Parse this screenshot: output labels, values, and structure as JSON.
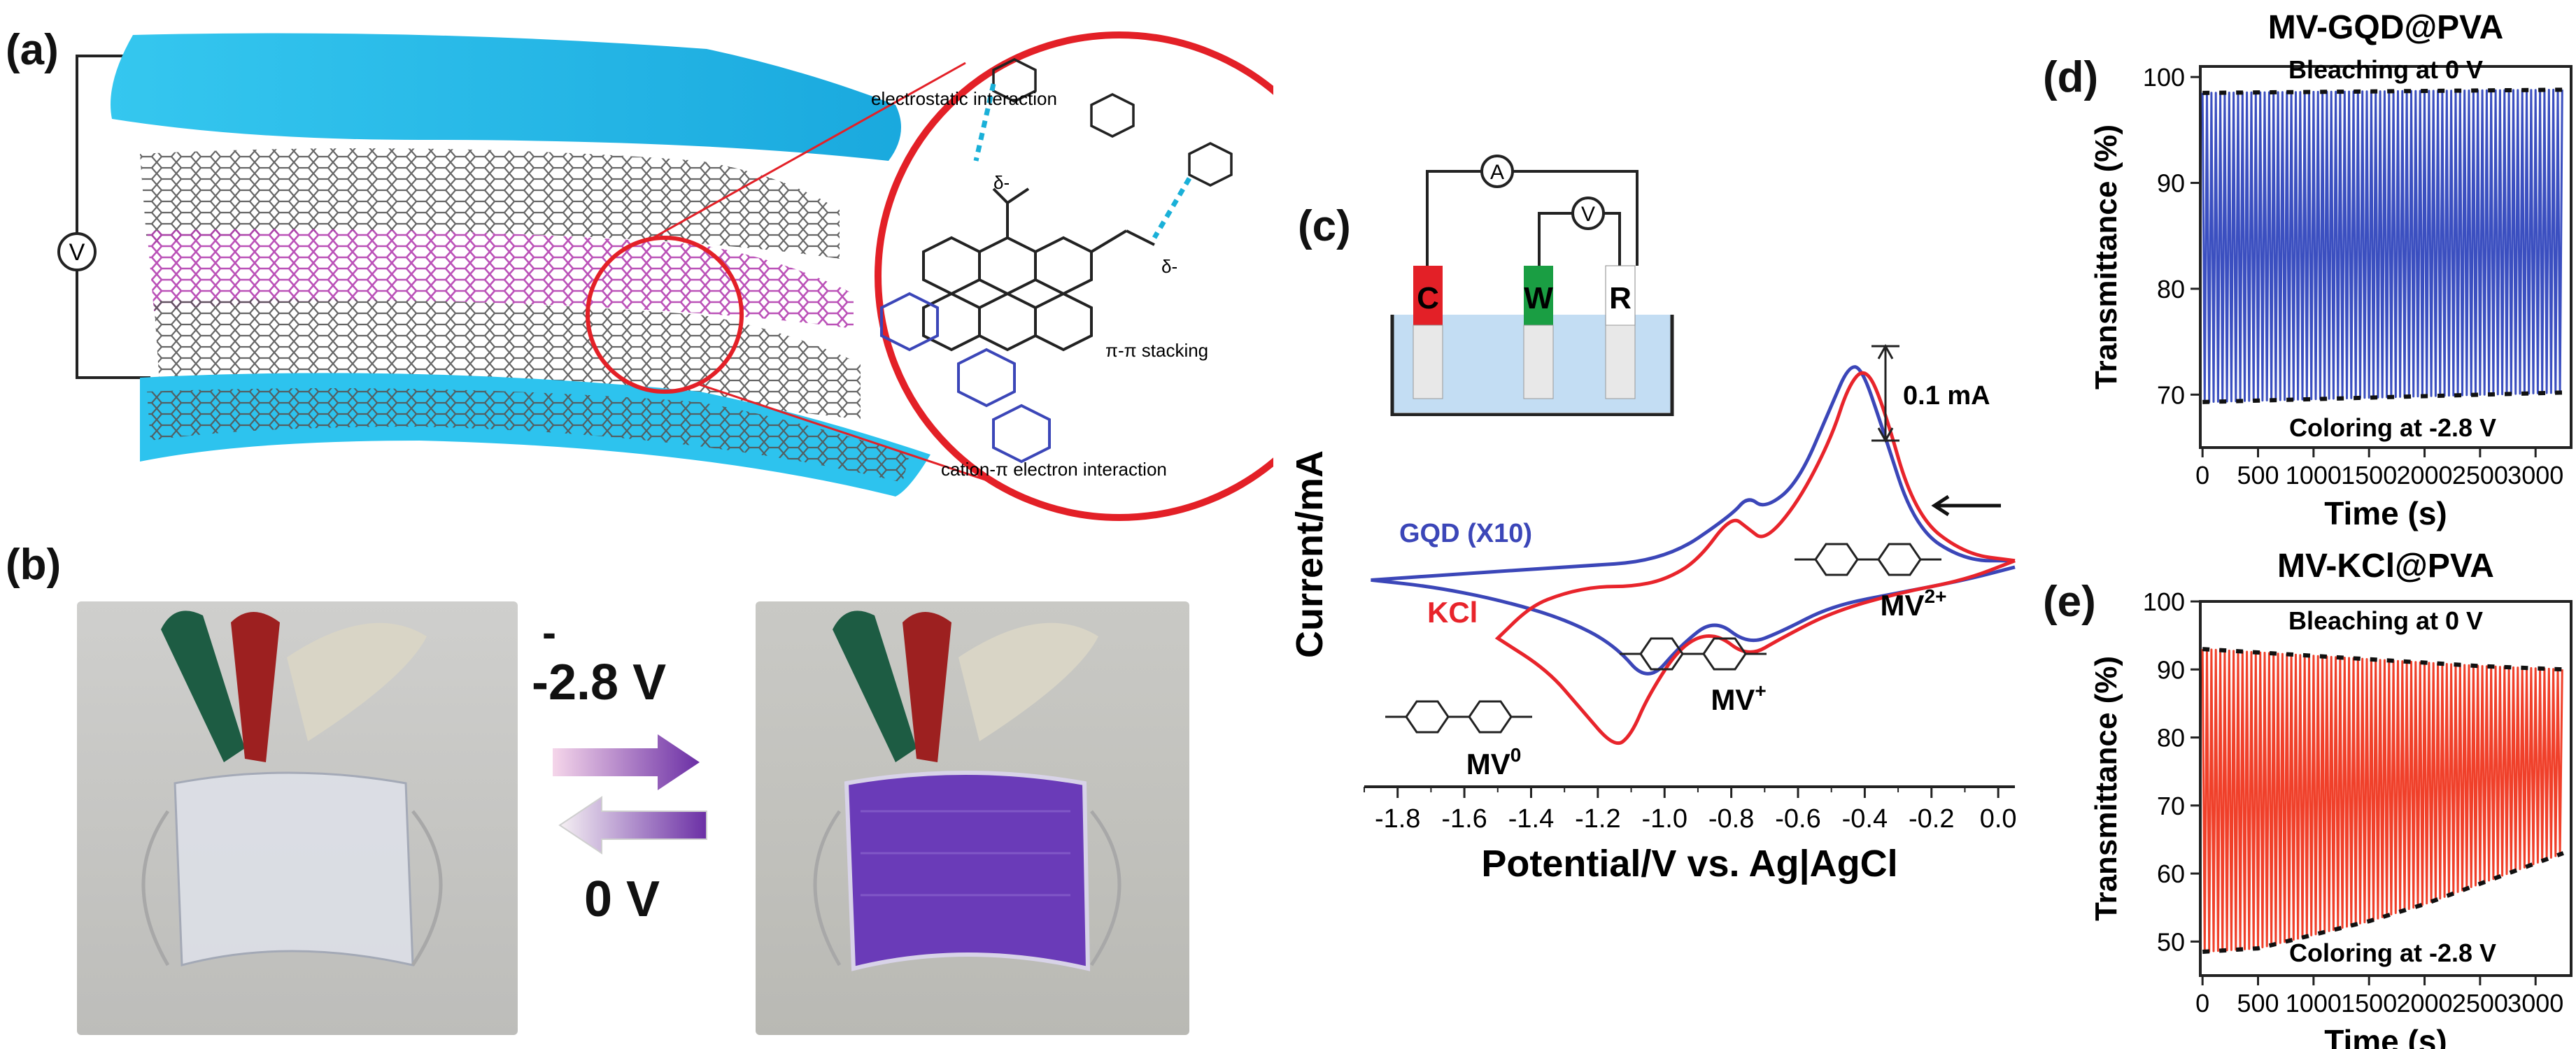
{
  "panels": {
    "a": "(a)",
    "b": "(b)",
    "c": "(c)",
    "d": "(d)",
    "e": "(e)"
  },
  "panel_a": {
    "voltmeter": "V",
    "annotations": [
      "electrostatic interaction",
      "π-π stacking",
      "cation-π electron interaction"
    ],
    "charges": [
      "δ-",
      "δ-"
    ]
  },
  "panel_b": {
    "voltage_forward": "-2.8 V",
    "voltage_reverse": "0 V",
    "minus_sign": "-"
  },
  "panel_c_cell": {
    "electrodes": [
      "C",
      "W",
      "R"
    ],
    "ammeter": "A",
    "voltmeter": "V"
  },
  "colors": {
    "gqd": "#3b46b8",
    "kcl": "#e8242b",
    "blue_film": "#22b8e6",
    "purple": "#7b2fbf",
    "series_d": "#3b4fc0",
    "series_e": "#f0402a"
  },
  "chart_data": [
    {
      "type": "line",
      "panel": "c",
      "xlabel": "Potential/V vs. Ag|AgCl",
      "ylabel": "Current/mA",
      "xlim": [
        -1.9,
        0.05
      ],
      "xticks": [
        "-1.8",
        "-1.6",
        "-1.4",
        "-1.2",
        "-1.0",
        "-0.8",
        "-0.6",
        "-0.4",
        "-0.2",
        "0.0"
      ],
      "scale_bar": "0.1 mA",
      "annotations": [
        "MV0",
        "MV+",
        "MV2+"
      ],
      "series": [
        {
          "name": "GQD (X10)",
          "forward": {
            "x": [
              0.05,
              -0.1,
              -0.3,
              -0.5,
              -0.65,
              -0.75,
              -0.85,
              -0.95,
              -1.05,
              -1.15,
              -1.3,
              -1.5,
              -1.7,
              -1.88
            ],
            "y": [
              0.02,
              0.0,
              -0.02,
              -0.04,
              -0.08,
              -0.1,
              -0.06,
              -0.1,
              -0.16,
              -0.1,
              -0.06,
              -0.03,
              -0.01,
              0.0
            ]
          },
          "reverse": {
            "x": [
              -1.88,
              -1.6,
              -1.3,
              -1.0,
              -0.8,
              -0.75,
              -0.7,
              -0.6,
              -0.5,
              -0.45,
              -0.41,
              -0.35,
              -0.25,
              -0.1,
              0.05
            ],
            "y": [
              0.0,
              0.01,
              0.02,
              0.03,
              0.1,
              0.13,
              0.11,
              0.15,
              0.27,
              0.33,
              0.33,
              0.24,
              0.08,
              0.03,
              0.03
            ]
          }
        },
        {
          "name": "KCl",
          "forward": {
            "x": [
              0.05,
              -0.1,
              -0.3,
              -0.5,
              -0.65,
              -0.75,
              -0.85,
              -0.95,
              -1.05,
              -1.1,
              -1.15,
              -1.25,
              -1.35,
              -1.5
            ],
            "y": [
              0.03,
              0.0,
              -0.02,
              -0.05,
              -0.09,
              -0.12,
              -0.08,
              -0.1,
              -0.18,
              -0.24,
              -0.26,
              -0.2,
              -0.14,
              -0.09
            ]
          },
          "reverse": {
            "x": [
              -1.5,
              -1.4,
              -1.3,
              -1.2,
              -1.1,
              -1.0,
              -0.9,
              -0.8,
              -0.75,
              -0.7,
              -0.6,
              -0.5,
              -0.45,
              -0.4,
              -0.35,
              -0.25,
              -0.1,
              0.05
            ],
            "y": [
              -0.09,
              -0.04,
              -0.02,
              -0.01,
              -0.01,
              0.0,
              0.03,
              0.1,
              0.08,
              0.06,
              0.12,
              0.22,
              0.3,
              0.33,
              0.28,
              0.1,
              0.04,
              0.03
            ]
          }
        }
      ]
    },
    {
      "type": "line",
      "panel": "d",
      "title": "MV-GQD@PVA",
      "xlabel": "Time (s)",
      "ylabel": "Transmittance (%)",
      "xlim": [
        -20,
        3320
      ],
      "ylim": [
        65,
        101
      ],
      "xticks": [
        0,
        500,
        1000,
        1500,
        2000,
        2500,
        3000
      ],
      "yticks": [
        70,
        80,
        90,
        100
      ],
      "annotations": [
        "Bleaching at 0 V",
        "Coloring at -2.8 V"
      ],
      "period": 40,
      "upper_envelope": {
        "x": [
          0,
          3250
        ],
        "y": [
          98.5,
          98.8
        ]
      },
      "lower_envelope": {
        "x": [
          0,
          3250
        ],
        "y": [
          69.3,
          70.2
        ]
      }
    },
    {
      "type": "line",
      "panel": "e",
      "title": "MV-KCl@PVA",
      "xlabel": "Time (s)",
      "ylabel": "Transmittance (%)",
      "xlim": [
        -20,
        3320
      ],
      "ylim": [
        45,
        100
      ],
      "xticks": [
        0,
        500,
        1000,
        1500,
        2000,
        2500,
        3000
      ],
      "yticks": [
        50,
        60,
        70,
        80,
        90,
        100
      ],
      "annotations": [
        "Bleaching at 0 V",
        "Coloring at -2.8 V"
      ],
      "period": 40,
      "upper_envelope": {
        "x": [
          0,
          500,
          1000,
          1500,
          2000,
          2500,
          3250
        ],
        "y": [
          93,
          92.5,
          92,
          91.5,
          91,
          90.5,
          90
        ]
      },
      "lower_envelope": {
        "x": [
          0,
          500,
          1000,
          1500,
          2000,
          2500,
          3250
        ],
        "y": [
          48.5,
          49,
          51,
          53,
          55.5,
          58.5,
          63
        ]
      }
    }
  ]
}
